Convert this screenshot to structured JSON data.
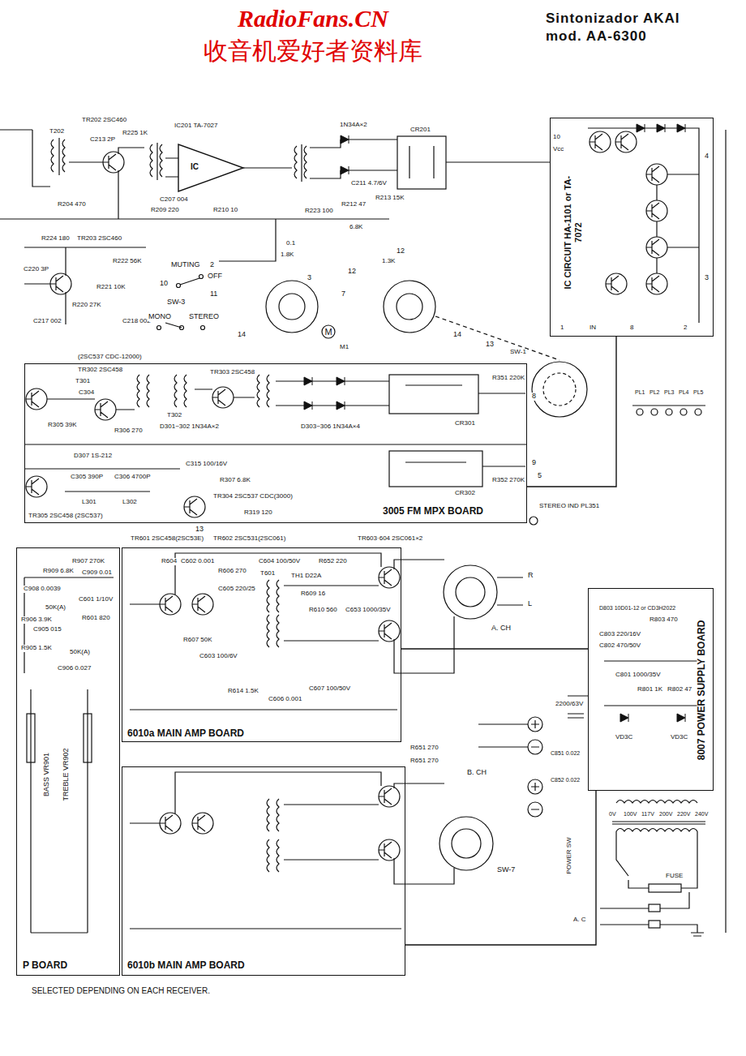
{
  "diagram": {
    "title": "Sintonizador AKAI mod. AA-6300",
    "caption": "SELECTED DEPENDING ON EACH RECEIVER.",
    "nodes": [
      {
        "text": [
          "IC201 TA-7027",
          "IC"
        ]
      },
      {
        "text": [
          "3005 FM MPX BOARD"
        ]
      },
      {
        "text": [
          "IC CIRCUIT HA-1101 or TA-7072"
        ]
      },
      {
        "text": [
          "6010a MAIN AMP BOARD"
        ]
      },
      {
        "text": [
          "6010b MAIN AMP BOARD"
        ]
      },
      {
        "text": [
          "8007 POWER SUPPLY BOARD"
        ]
      },
      {
        "text": [
          "P BOARD"
        ]
      },
      {
        "text": [
          "M"
        ]
      }
    ],
    "edges": [
      {
        "from": 5,
        "to": 3,
        "arrow": "none"
      },
      {
        "from": 5,
        "to": 4,
        "arrow": "none"
      },
      {
        "from": 1,
        "to": 2,
        "arrow": "none"
      }
    ],
    "labels": [
      "RadioFans.CN",
      "收音机爱好者资料库",
      "T202",
      "TR202 2SC460",
      "C213 2P",
      "R225 1K",
      "C207 004",
      "R204 470",
      "R209 220",
      "R210 10",
      "R224 180",
      "TR203 2SC460",
      "C220 3P",
      "R222 56K",
      "R221 10K",
      "R220 27K",
      "C217 002",
      "C218 002",
      "1N34A×2",
      "CR201",
      "C211 4.7/6V",
      "R212 47",
      "R213 15K",
      "R223 100",
      "6.8K",
      "0.1",
      "1.8K",
      "1.3K",
      "12",
      "MUTING",
      "OFF",
      "10",
      "11",
      "2",
      "3",
      "12",
      "SW-3",
      "MONO",
      "STEREO",
      "14",
      "7",
      "M1",
      "14",
      "13",
      "SW-1",
      "10",
      "Vcc",
      "4",
      "3",
      "1",
      "IN",
      "8",
      "2",
      "(2SC537 CDC-12000)",
      "TR302 2SC458",
      "T301",
      "C304",
      "T302",
      "D301~302 1N34A×2",
      "TR303 2SC458",
      "D303~306 1N34A×4",
      "CR301",
      "CR302",
      "R351 220K",
      "R352 270K",
      "8",
      "9",
      "R305 39K",
      "R306 270",
      "D307 1S-212",
      "C305 390P",
      "C306 4700P",
      "L301",
      "L302",
      "TR305 2SC458 (2SC537)",
      "C315 100/16V",
      "R307 6.8K",
      "TR304 2SC537 CDC(3000)",
      "R319 120",
      "13",
      "STEREO IND PL351",
      "5",
      "PL1",
      "PL2",
      "PL3",
      "PL4",
      "PL5",
      "TR601 2SC458(2SC53E)",
      "TR602 2SC531(2SC061)",
      "TR603·604 2SC061×2",
      "R604",
      "C602 0.001",
      "R606 270",
      "C605 220/25",
      "C604 100/50V",
      "T601",
      "TH1 D22A",
      "R652 220",
      "R609 16",
      "R610 560",
      "C653 1000/35V",
      "C601 1/10V",
      "R601 820",
      "R607 50K",
      "C603 100/6V",
      "R614 1.5K",
      "C606 0.001",
      "C607 100/50V",
      "R651 270",
      "R651 270",
      "A. CH",
      "R",
      "L",
      "B. CH",
      "SW-7",
      "R909 6.8K",
      "R907 270K",
      "C909 0.01",
      "R906 3.9K",
      "C905 015",
      "R905 1.5K",
      "C906 0.027",
      "C908 0.0039",
      "50K(A)",
      "50K(A)",
      "BASS VR901",
      "TREBLE VR902",
      "D803 10D01-12 or CD3H2022",
      "R803 470",
      "C803 220/16V",
      "C802 470/50V",
      "C801 1000/35V",
      "R801 1K",
      "R802 47",
      "2200/63V",
      "VD3C",
      "VD3C",
      "C851 0.022",
      "C852 0.022",
      "0V",
      "100V",
      "117V",
      "200V",
      "220V",
      "240V",
      "POWER SW",
      "FUSE",
      "A. C"
    ]
  }
}
